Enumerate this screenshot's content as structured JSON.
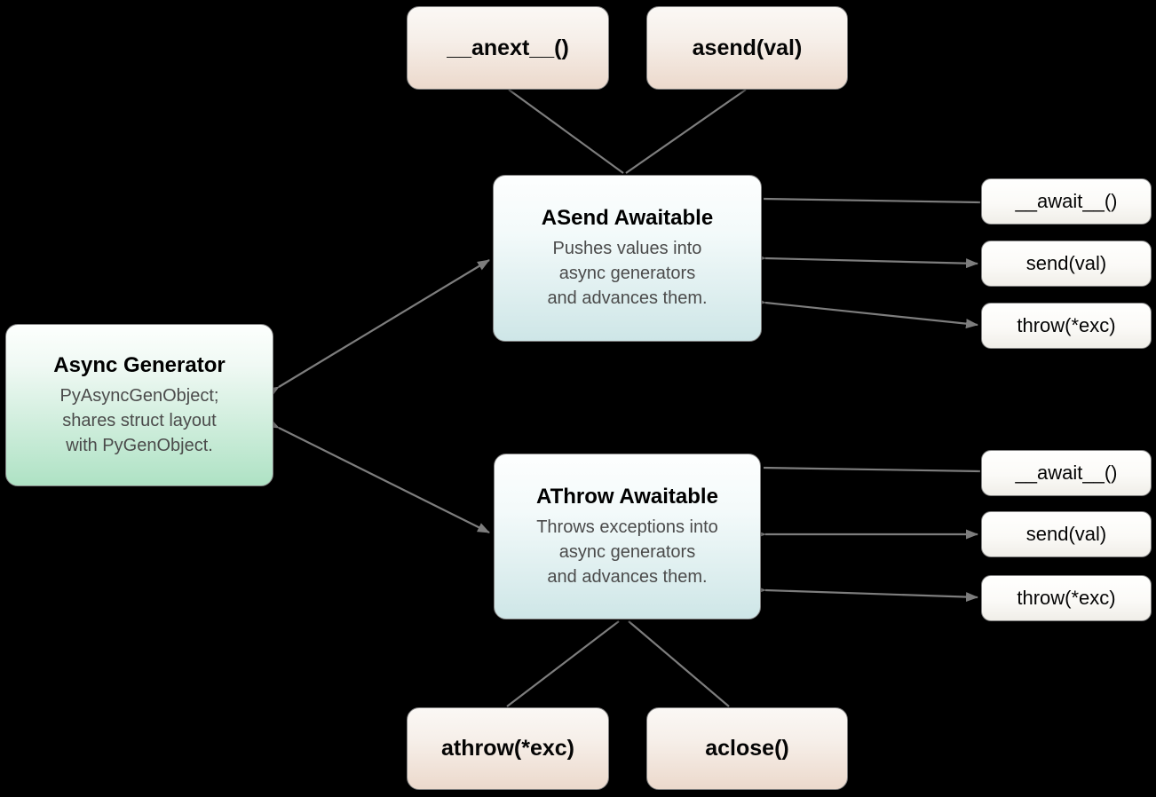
{
  "colors": {
    "background": "#000000",
    "edge": "#7d7d7d",
    "method_box_top": "#fbf8f5",
    "method_box_bottom": "#ecd9cc",
    "generator_box_top": "#fdfffd",
    "generator_box_bottom": "#aee2c4",
    "awaitable_box_top": "#fdfefe",
    "awaitable_box_bottom": "#cee6e7",
    "plain_box_top": "#fffffe",
    "plain_box_bottom": "#f0eee8",
    "title_text": "#000000",
    "body_text": "#4b4b4b"
  },
  "nodes": {
    "anext": {
      "label": "__anext__()"
    },
    "asend": {
      "label": "asend(val)"
    },
    "asend_awaitable": {
      "title": "ASend Awaitable",
      "lines": [
        "Pushes values into",
        "async generators",
        "and advances them."
      ]
    },
    "athrow_awaitable": {
      "title": "AThrow Awaitable",
      "lines": [
        "Throws exceptions into",
        "async generators",
        "and advances them."
      ]
    },
    "async_generator": {
      "title": "Async Generator",
      "lines": [
        "PyAsyncGenObject;",
        "shares struct layout",
        "with PyGenObject."
      ]
    },
    "asend_await": {
      "label": "__await__()"
    },
    "asend_send": {
      "label": "send(val)"
    },
    "asend_throw": {
      "label": "throw(*exc)"
    },
    "athrow_await": {
      "label": "__await__()"
    },
    "athrow_send": {
      "label": "send(val)"
    },
    "athrow_throw": {
      "label": "throw(*exc)"
    },
    "athrow_method": {
      "label": "athrow(*exc)"
    },
    "aclose": {
      "label": "aclose()"
    }
  }
}
